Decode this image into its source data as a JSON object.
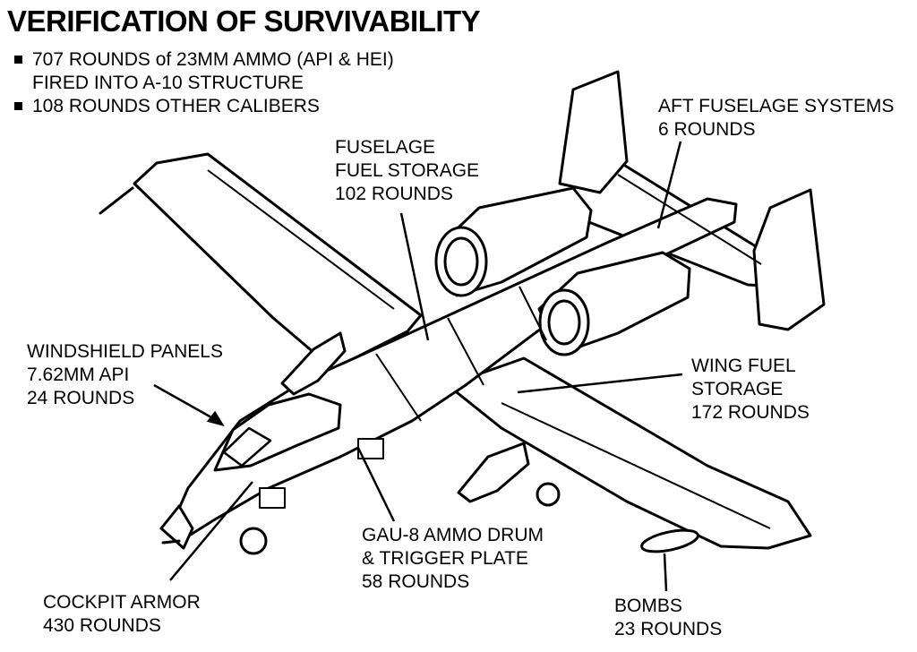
{
  "title": "VERIFICATION OF SURVIVABILITY",
  "bullets": [
    {
      "line1": "707 ROUNDS of 23MM AMMO (API & HEI)",
      "line2": "FIRED INTO A-10 STRUCTURE"
    },
    {
      "line1": "108 ROUNDS OTHER CALIBERS"
    }
  ],
  "callouts": {
    "aft_fuselage": {
      "line1": "AFT FUSELAGE SYSTEMS",
      "line2": "6 ROUNDS"
    },
    "fuselage_fuel": {
      "line1": "FUSELAGE",
      "line2": "FUEL STORAGE",
      "line3": "102 ROUNDS"
    },
    "windshield": {
      "line1": "WINDSHIELD PANELS",
      "line2": "7.62MM API",
      "line3": "24 ROUNDS"
    },
    "wing_fuel": {
      "line1": "WING FUEL",
      "line2": "STORAGE",
      "line3": "172 ROUNDS"
    },
    "gau8": {
      "line1": "GAU-8 AMMO DRUM",
      "line2": "& TRIGGER PLATE",
      "line3": "58 ROUNDS"
    },
    "cockpit_armor": {
      "line1": "COCKPIT ARMOR",
      "line2": "430 ROUNDS"
    },
    "bombs": {
      "line1": "BOMBS",
      "line2": "23 ROUNDS"
    }
  }
}
